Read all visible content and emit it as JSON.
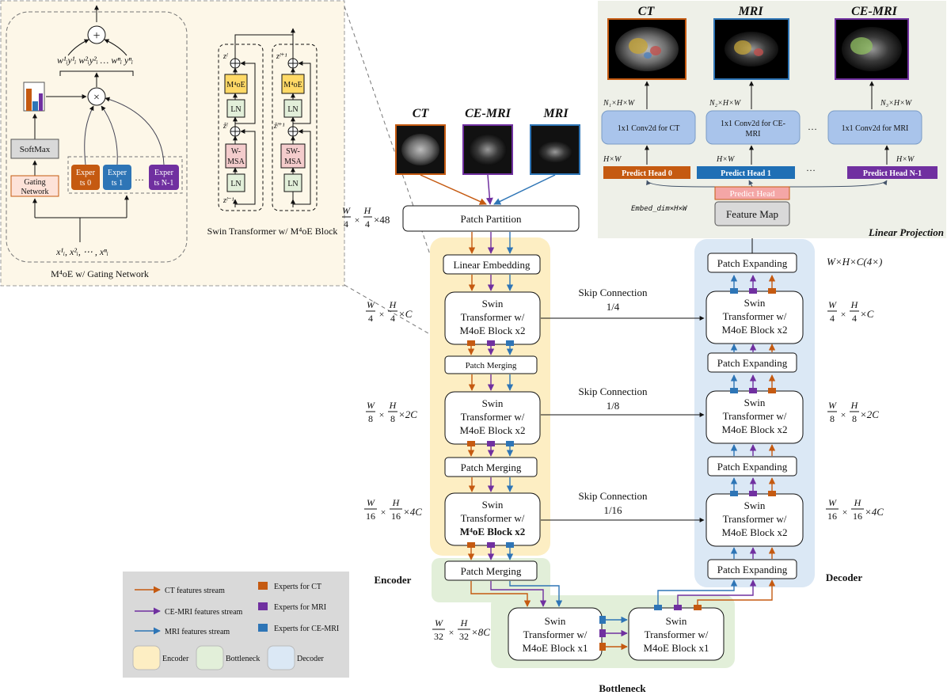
{
  "gating_panel": {
    "caption": "M⁴oE w/ Gating Network",
    "softmax": "SoftMax",
    "gating_network": [
      "Gating",
      "Network"
    ],
    "experts": [
      {
        "line1": "Exper",
        "line2": "ts 0",
        "color": "#c55a11"
      },
      {
        "line1": "Exper",
        "line2": "ts 1",
        "color": "#2e75b6"
      },
      {
        "line1": "Exper",
        "line2": "ts N-1",
        "color": "#7030a0"
      }
    ],
    "ellipsis": "…",
    "weights": "w¹ᵢy¹ᵢ  w²ᵢy²ᵢ …   wⁿᵢ  yⁿᵢ",
    "inputs": "x¹ᵢ, x²ᵢ, ⋯ , xⁿᵢ",
    "plus": "+",
    "times": "×"
  },
  "swin_block_panel": {
    "caption": "Swin Transformer w/ M⁴oE Block",
    "left_block": {
      "moe": "M⁴oE",
      "ln": "LN",
      "msa": [
        "W-",
        "MSA"
      ],
      "z_top": "zˡ",
      "z_mid": "ẑˡ",
      "z_bottom": "zˡ⁻¹"
    },
    "right_block": {
      "moe": "M⁴oE",
      "ln": "LN",
      "msa": [
        "SW-",
        "MSA"
      ],
      "z_top": "zˡ⁺¹",
      "z_mid": "ẑˡ⁺¹",
      "z_bottom": ""
    }
  },
  "inputs": {
    "labels": [
      "CT",
      "CE-MRI",
      "MRI"
    ],
    "colors": {
      "ct": "#c55a11",
      "cemri": "#7030a0",
      "mri": "#2e75b6"
    }
  },
  "encoder": {
    "patch_partition": "Patch Partition",
    "linear_embedding": "Linear Embedding",
    "swin_block": [
      "Swin",
      "Transformer w/",
      "M4oE Block x2"
    ],
    "swin_block_bold": [
      "Swin",
      "Transformer w/",
      "M⁴oE Block x2"
    ],
    "patch_merging": "Patch Merging",
    "label": "Encoder"
  },
  "bottleneck": {
    "swin_block": [
      "Swin",
      "Transformer w/",
      "M4oE Block x1"
    ],
    "label": "Bottleneck"
  },
  "decoder": {
    "patch_expanding": "Patch Expanding",
    "swin_block": [
      "Swin",
      "Transformer w/",
      "M4oE Block x2"
    ],
    "label": "Decoder"
  },
  "skip_connections": [
    {
      "title": "Skip Connection",
      "ratio": "1/4"
    },
    {
      "title": "Skip Connection",
      "ratio": "1/8"
    },
    {
      "title": "Skip Connection",
      "ratio": "1/16"
    }
  ],
  "dims_left": [
    {
      "num": "W",
      "den": "4",
      "num2": "H",
      "den2": "4",
      "suffix": "×48"
    },
    {
      "num": "W",
      "den": "4",
      "num2": "H",
      "den2": "4",
      "suffix": "×C"
    },
    {
      "num": "W",
      "den": "8",
      "num2": "H",
      "den2": "8",
      "suffix": "×2C"
    },
    {
      "num": "W",
      "den": "16",
      "num2": "H",
      "den2": "16",
      "suffix": "×4C"
    },
    {
      "num": "W",
      "den": "32",
      "num2": "H",
      "den2": "32",
      "suffix": "×8C"
    }
  ],
  "dims_right": [
    {
      "text": "W×H×C(4×)"
    },
    {
      "num": "W",
      "den": "4",
      "num2": "H",
      "den2": "4",
      "suffix": "×C"
    },
    {
      "num": "W",
      "den": "8",
      "num2": "H",
      "den2": "8",
      "suffix": "×2C"
    },
    {
      "num": "W",
      "den": "16",
      "num2": "H",
      "den2": "16",
      "suffix": "×4C"
    }
  ],
  "linear_projection": {
    "title": "Linear Projection",
    "outputs": [
      {
        "label": "CT",
        "dim": "N₁×H×W",
        "conv": [
          "1x1 Conv2d for CT"
        ],
        "head": "Predict Head 0",
        "color": "#c55a11"
      },
      {
        "label": "MRI",
        "dim": "N₂×H×W",
        "conv": [
          "1x1 Conv2d for CE-",
          "MRI"
        ],
        "head": "Predict Head 1",
        "color": "#1f6fb5"
      },
      {
        "label": "CE-MRI",
        "dim": "N₃×H×W",
        "conv": [
          "1x1 Conv2d for MRI"
        ],
        "head": "Predict Head N-1",
        "color": "#7030a0"
      }
    ],
    "hw": "H×W",
    "ellipsis": "…",
    "predict_head": "Predict Head",
    "feature_map": "Feature Map",
    "embed_dim": "Embed_dim×H×W"
  },
  "legend": {
    "items": [
      {
        "text": "CT features stream",
        "color": "#c55a11",
        "kind": "arrow"
      },
      {
        "text": "CE-MRI features stream",
        "color": "#7030a0",
        "kind": "arrow"
      },
      {
        "text": "MRI features stream",
        "color": "#2e75b6",
        "kind": "arrow"
      },
      {
        "text": "Experts for CT",
        "color": "#c55a11",
        "kind": "square"
      },
      {
        "text": "Experts for MRI",
        "color": "#7030a0",
        "kind": "square"
      },
      {
        "text": "Experts for CE-MRI",
        "color": "#2e75b6",
        "kind": "square"
      },
      {
        "text": "Encoder",
        "color": "#fdeec3",
        "kind": "region"
      },
      {
        "text": "Bottleneck",
        "color": "#e2efd9",
        "kind": "region"
      },
      {
        "text": "Decoder",
        "color": "#dbe8f5",
        "kind": "region"
      }
    ]
  },
  "colors": {
    "encoder_bg": "#fdeec3",
    "bottleneck_bg": "#e2efd9",
    "decoder_bg": "#dbe8f5",
    "panel_bg": "#fdf7e8",
    "projection_bg": "#eef0e8"
  }
}
